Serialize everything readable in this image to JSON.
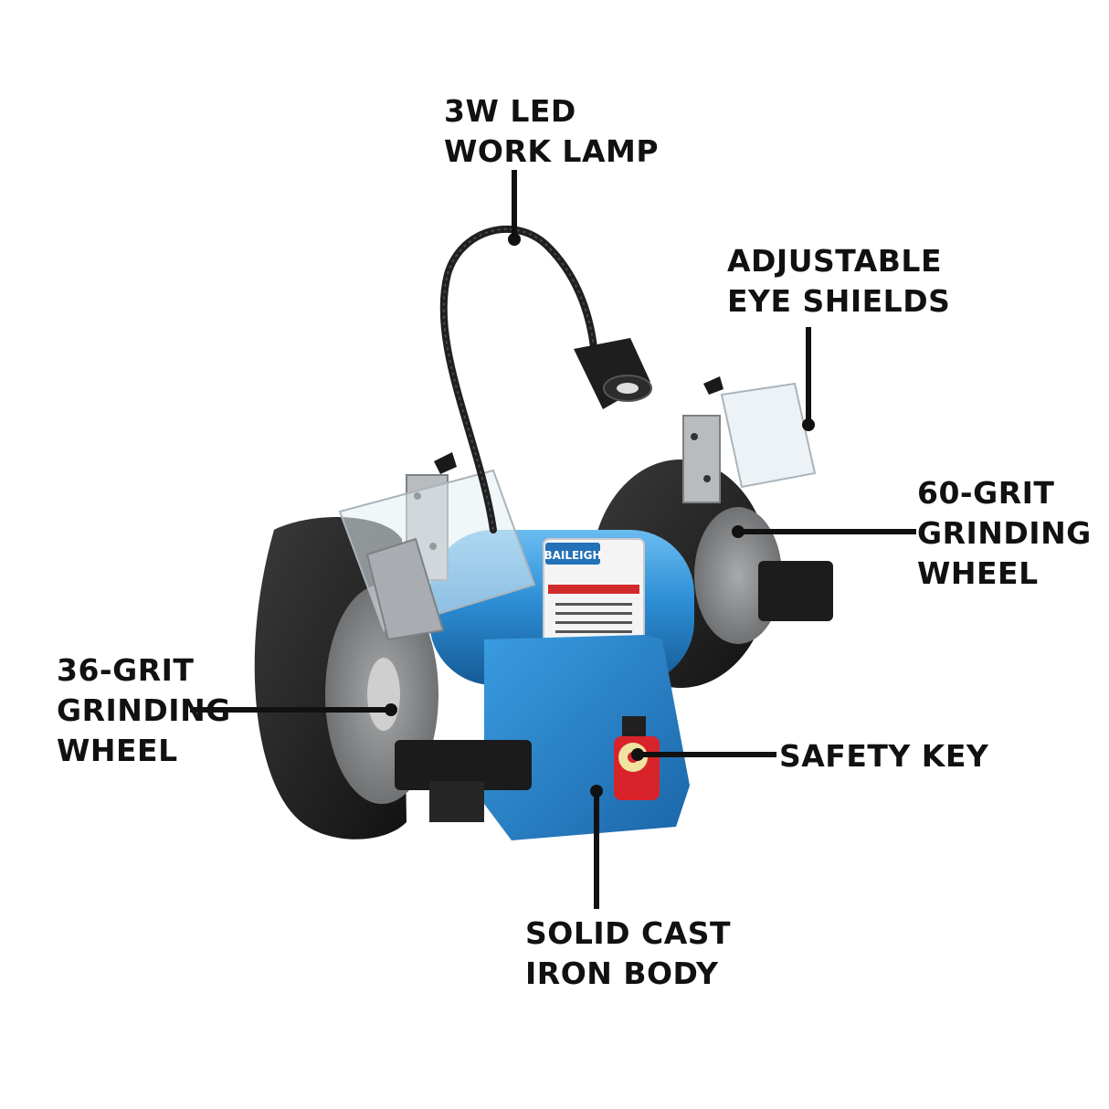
{
  "callouts": {
    "work_lamp": {
      "line1": "3W LED",
      "line2": "WORK LAMP"
    },
    "eye_shields": {
      "line1": "ADJUSTABLE",
      "line2": "EYE SHIELDS"
    },
    "grit60": {
      "line1": "60-GRIT",
      "line2": "GRINDING",
      "line3": "WHEEL"
    },
    "grit36": {
      "line1": "36-GRIT",
      "line2": "GRINDING",
      "line3": "WHEEL"
    },
    "safety_key": {
      "line1": "SAFETY KEY"
    },
    "body": {
      "line1": "SOLID CAST",
      "line2": "IRON BODY"
    }
  },
  "product": {
    "brand_plate": "BAILEIGH"
  },
  "colors": {
    "motor_blue": "#2e8fd6",
    "wheel_grey": "#8e9092",
    "guard_black": "#1e1e1e",
    "key_red": "#d8232a",
    "key_yellow": "#f0e3a0"
  }
}
